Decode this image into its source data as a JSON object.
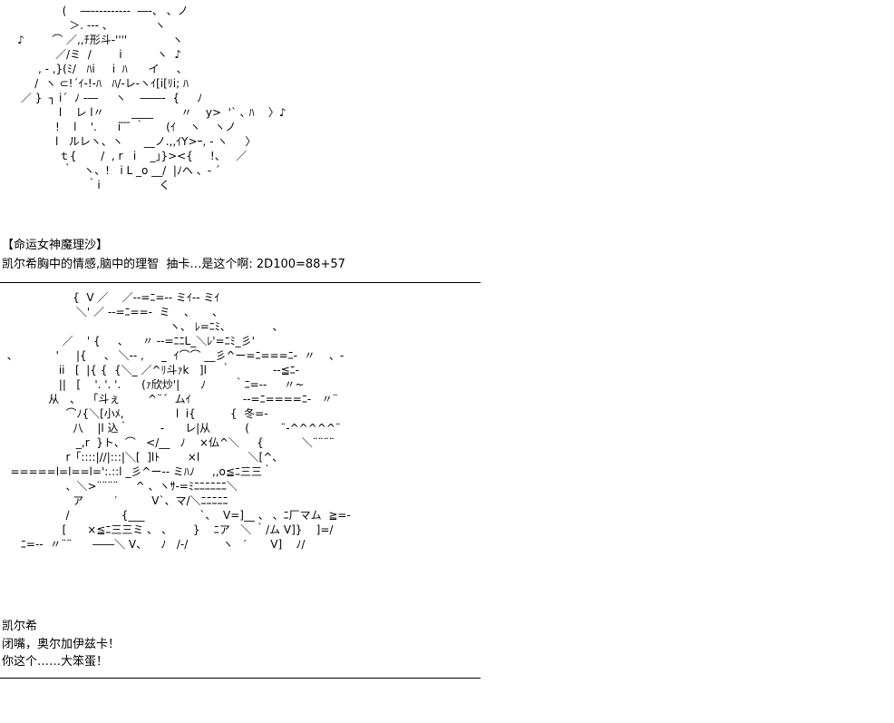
{
  "art_top": {
    "lines": [
      "                  (    ―----------  ―-、 、ノ",
      "                    ＞. -‐- 、            ヽ",
      "     ♪        ⌒ ／,,ﾁ形斗‐''''             ヽ",
      "                ／/ミ  /        i          ヽ  ♪",
      "           , - ,}(ﾐ/   ﾊi     i  ﾊ      イ     、",
      "          /  ヽ ⊂!´ｲ-!-ﾊ   ﾊ/-レ-ヽｲ[i[ﾘi; ﾊ",
      "      ／ }  ┐ i´  ﾉ -―     ヽ    ――‐  {     ﾉ",
      "                 l    レ l〃        ____        〃    y>  '` ､ ﾊ    〉♪",
      "                !    l    '.      i ̄ ̄ ̄ ｀      (ｲ    ヽ    ヽノ",
      "                l   ルレヽ、ヽ      __ノ.,,ｲY>ｰ, - ヽ     〉",
      "                 ｔ{       /  , r   i    _」}><{     !、   ／",
      "                  ｀   ヽ、!   i L _o __/  |ﾉへ 、- ´",
      "                         ｀i                 く"
    ]
  },
  "dialogue_1": {
    "speaker": "【命运女神魔理沙】",
    "line": "凯尔希胸中的情感,脑中的理智  抽卡…是这个啊: 2D100=88+57",
    "divider": "――――――――――――――――――――――――――――――――――――――――――"
  },
  "art_bottom": {
    "lines": [
      "                     {  V ／    ／--=ﾆ=-- ミｲ-- ミｲ",
      "                      ＼' ／ --=ﾆ==-  ミ    、     、",
      "                                                 ヽ、 ﾚ=ﾆﾐ、            、",
      "                  ／    ' {     、    〃 ‐-=ﾆﾆL_＼ﾚ'=ﾆﾐ_彡'",
      "  、           '     |{     、 ＼-- ,     _  ｲ⌒⌒ __彡^ー=ﾆ===ﾆ-  〃    、-",
      "                 ii   [  |{ {  {＼_ ／^ﾘ斗ｧk   ]l    ｀            --≦ﾆ-",
      "                 ||   [    '. '. '.      (ｧ欣炒'|      ﾉ        ｀ﾆ=--     〃~",
      "              从   、  「斗ぇ        ^¨´  ムｲ               --=ﾆ====ﾆ-   〃¨",
      "                   ⌒ﾉ{＼[小ﾒ,               l  i{          {  冬=-",
      "                     八    |l 込｀         -      レ|从          (         ¨‐^^^^^¨",
      "                      _,r  }ト、⌒   </__   ﾉ    ×仏^＼     {           ＼¨¨¨¨",
      "                   r「::::|//|:::|＼[  ]lﾄ        ×l              ＼[^、",
      "   =====l=l==l=':.::l _彡^ー-- ミﾊﾉ     ,,o≦ﾆ三三｀",
      "                   、＼>¨¨¨¨     ^ 、ヽｻ-=ﾐﾆﾆﾆﾆﾆﾆ＼",
      "                     ア         ′          V`、マ/＼ﾆﾆﾆﾆﾆ",
      "                   /               {___                `、  V=]__ 、 、ﾆ厂マム  ≧=-",
      "                  [      ×≦ﾆ三三ミ 、 、      }    ﾆア   ＼ ｀/ム V]}    ]=/",
      "      ﾆ=--  〃¨¨      ――＼ V、    ﾉ   /‐/          ヽ   ′       V]    ﾉ/"
    ]
  },
  "dialogue_2": {
    "speaker": "凯尔希",
    "line_1": "闭嘴，奥尔加伊兹卡！",
    "line_2": "你这个……大笨蛋！",
    "divider": "――――――――――――――――――――――――――――――――――――――――――"
  }
}
